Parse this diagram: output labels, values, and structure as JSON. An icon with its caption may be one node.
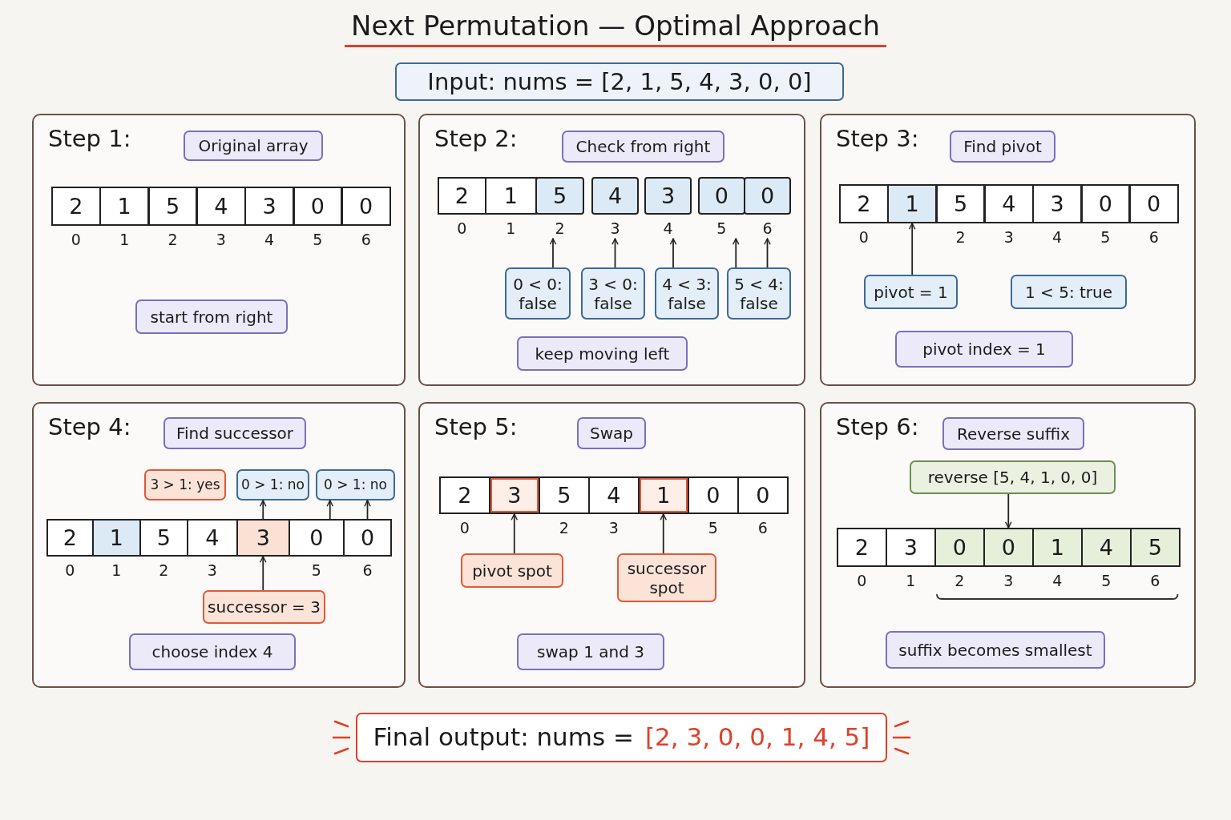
{
  "diagram": {
    "title": "Next Permutation — Optimal Approach",
    "nodes": [
      {
        "text": [
          "Input: nums = [2, 1, 5, 4, 3, 0, 0]"
        ]
      },
      {
        "text": [
          "Step 1:"
        ]
      },
      {
        "text": [
          "Original array"
        ],
        "in": 1
      },
      {
        "text": [
          "2"
        ],
        "in": 1,
        "beside": [
          "0"
        ]
      },
      {
        "text": [
          "1"
        ],
        "in": 1,
        "beside": [
          "1"
        ]
      },
      {
        "text": [
          "5"
        ],
        "in": 1,
        "beside": [
          "2"
        ]
      },
      {
        "text": [
          "4"
        ],
        "in": 1,
        "beside": [
          "3"
        ]
      },
      {
        "text": [
          "3"
        ],
        "in": 1,
        "beside": [
          "4"
        ]
      },
      {
        "text": [
          "0"
        ],
        "in": 1,
        "beside": [
          "5"
        ]
      },
      {
        "text": [
          "0"
        ],
        "in": 1,
        "beside": [
          "6"
        ]
      },
      {
        "text": [
          "start from right"
        ],
        "in": 1
      },
      {
        "text": [
          "Step 2:"
        ]
      },
      {
        "text": [
          "Check from right"
        ],
        "in": 11
      },
      {
        "text": [
          "2"
        ],
        "in": 11,
        "beside": [
          "0"
        ]
      },
      {
        "text": [
          "1"
        ],
        "in": 11,
        "beside": [
          "1"
        ]
      },
      {
        "text": [
          "5"
        ],
        "in": 11,
        "beside": [
          "2"
        ]
      },
      {
        "text": [
          "4"
        ],
        "in": 11,
        "beside": [
          "3"
        ]
      },
      {
        "text": [
          "3"
        ],
        "in": 11,
        "beside": [
          "4"
        ]
      },
      {
        "text": [
          "0"
        ],
        "in": 11,
        "beside": [
          "5"
        ]
      },
      {
        "text": [
          "0"
        ],
        "in": 11,
        "beside": [
          "6"
        ]
      },
      {
        "text": [
          "0 < 0: false"
        ],
        "in": 11
      },
      {
        "text": [
          "3 < 0: false"
        ],
        "in": 11
      },
      {
        "text": [
          "4 < 3: false"
        ],
        "in": 11
      },
      {
        "text": [
          "5 < 4: false"
        ],
        "in": 11
      },
      {
        "text": [
          "keep moving left"
        ],
        "in": 11
      },
      {
        "text": [
          "Step 3:"
        ]
      },
      {
        "text": [
          "Find pivot"
        ],
        "in": 25
      },
      {
        "text": [
          "2"
        ],
        "in": 25,
        "beside": [
          "0"
        ]
      },
      {
        "text": [
          "1"
        ],
        "in": 25
      },
      {
        "text": [
          "5"
        ],
        "in": 25,
        "beside": [
          "2"
        ]
      },
      {
        "text": [
          "4"
        ],
        "in": 25,
        "beside": [
          "3"
        ]
      },
      {
        "text": [
          "3"
        ],
        "in": 25,
        "beside": [
          "4"
        ]
      },
      {
        "text": [
          "0"
        ],
        "in": 25,
        "beside": [
          "5"
        ]
      },
      {
        "text": [
          "0"
        ],
        "in": 25,
        "beside": [
          "6"
        ]
      },
      {
        "text": [
          "pivot = 1"
        ],
        "in": 25
      },
      {
        "text": [
          "1 < 5: true"
        ],
        "in": 25
      },
      {
        "text": [
          "pivot index = 1"
        ],
        "in": 25
      },
      {
        "text": [
          "Step 4:"
        ]
      },
      {
        "text": [
          "Find successor"
        ],
        "in": 37
      },
      {
        "text": [
          "3 > 1: yes"
        ],
        "in": 37
      },
      {
        "text": [
          "0 > 1: no"
        ],
        "in": 37
      },
      {
        "text": [
          "0 > 1: no"
        ],
        "in": 37
      },
      {
        "text": [
          "2"
        ],
        "in": 37,
        "beside": [
          "0"
        ]
      },
      {
        "text": [
          "1"
        ],
        "in": 37,
        "beside": [
          "1"
        ]
      },
      {
        "text": [
          "5"
        ],
        "in": 37,
        "beside": [
          "2"
        ]
      },
      {
        "text": [
          "4"
        ],
        "in": 37,
        "beside": [
          "3"
        ]
      },
      {
        "text": [
          "3"
        ],
        "in": 37
      },
      {
        "text": [
          "0"
        ],
        "in": 37,
        "beside": [
          "5"
        ]
      },
      {
        "text": [
          "0"
        ],
        "in": 37,
        "beside": [
          "6"
        ]
      },
      {
        "text": [
          "successor = 3"
        ],
        "in": 37
      },
      {
        "text": [
          "choose index 4"
        ],
        "in": 37
      },
      {
        "text": [
          "Step 5:"
        ]
      },
      {
        "text": [
          "Swap"
        ],
        "in": 51
      },
      {
        "text": [
          "2"
        ],
        "in": 51,
        "beside": [
          "0"
        ]
      },
      {
        "text": [
          "3"
        ],
        "in": 51
      },
      {
        "text": [
          "5"
        ],
        "in": 51,
        "beside": [
          "2"
        ]
      },
      {
        "text": [
          "4"
        ],
        "in": 51,
        "beside": [
          "3"
        ]
      },
      {
        "text": [
          "1"
        ],
        "in": 51
      },
      {
        "text": [
          "0"
        ],
        "in": 51,
        "beside": [
          "5"
        ]
      },
      {
        "text": [
          "0"
        ],
        "in": 51,
        "beside": [
          "6"
        ]
      },
      {
        "text": [
          "pivot spot"
        ],
        "in": 51
      },
      {
        "text": [
          "successor spot"
        ],
        "in": 51
      },
      {
        "text": [
          "swap 1 and 3"
        ],
        "in": 51
      },
      {
        "text": [
          "Step 6:"
        ]
      },
      {
        "text": [
          "Reverse suffix"
        ],
        "in": 63
      },
      {
        "text": [
          "reverse [5, 4, 1, 0, 0]"
        ],
        "in": 63
      },
      {
        "text": [
          "2"
        ],
        "in": 63,
        "beside": [
          "0"
        ]
      },
      {
        "text": [
          "3"
        ],
        "in": 63,
        "beside": [
          "1"
        ]
      },
      {
        "text": [
          "0"
        ],
        "in": 63,
        "beside": [
          "2"
        ]
      },
      {
        "text": [
          "0"
        ],
        "in": 63,
        "beside": [
          "3"
        ]
      },
      {
        "text": [
          "1"
        ],
        "in": 63,
        "beside": [
          "4"
        ]
      },
      {
        "text": [
          "4"
        ],
        "in": 63,
        "beside": [
          "5"
        ]
      },
      {
        "text": [
          "5"
        ],
        "in": 63,
        "beside": [
          "6"
        ]
      },
      {
        "text": [
          "suffix becomes smallest"
        ],
        "in": 63
      },
      {
        "text": [
          "Final output: nums =",
          "[2, 3, 0, 0, 1, 4, 5]"
        ]
      }
    ],
    "edges": [
      {
        "from": 20,
        "to": 15,
        "arrow": "to"
      },
      {
        "from": 21,
        "to": 16,
        "arrow": "to"
      },
      {
        "from": 22,
        "to": 17,
        "arrow": "to"
      },
      {
        "from": 23,
        "to": 18,
        "arrow": "to"
      },
      {
        "from": 23,
        "to": 19,
        "arrow": "to"
      },
      {
        "from": 34,
        "to": 28,
        "arrow": "to"
      },
      {
        "from": 46,
        "to": 40,
        "arrow": "to"
      },
      {
        "from": 47,
        "to": 41,
        "arrow": "to"
      },
      {
        "from": 48,
        "to": 41,
        "arrow": "to"
      },
      {
        "from": 49,
        "to": 46,
        "arrow": "to"
      },
      {
        "from": 60,
        "to": 54,
        "arrow": "to"
      },
      {
        "from": 61,
        "to": 57,
        "arrow": "to"
      },
      {
        "from": 65,
        "to": 69,
        "arrow": "to"
      }
    ]
  }
}
